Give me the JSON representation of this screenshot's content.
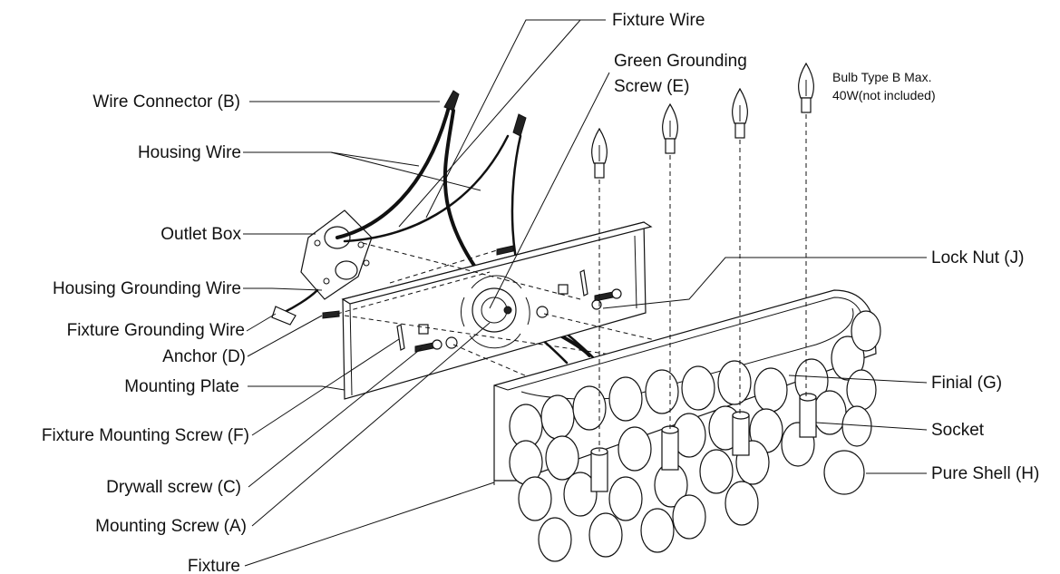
{
  "labels": {
    "fixture_wire": "Fixture Wire",
    "green_grounding_1": "Green Grounding",
    "green_grounding_2": "Screw (E)",
    "bulb_1": "Bulb Type B Max.",
    "bulb_2": "40W(not included)",
    "wire_connector": "Wire Connector (B)",
    "housing_wire": "Housing Wire",
    "outlet_box": "Outlet Box",
    "housing_grounding_wire": "Housing Grounding Wire",
    "fixture_grounding_wire": "Fixture Grounding Wire",
    "anchor": "Anchor (D)",
    "mounting_plate": "Mounting Plate",
    "fixture_mounting_screw": "Fixture Mounting Screw (F)",
    "drywall_screw": "Drywall screw (C)",
    "mounting_screw": "Mounting Screw (A)",
    "fixture": "Fixture",
    "lock_nut": "Lock Nut (J)",
    "finial": "Finial (G)",
    "socket": "Socket",
    "pure_shell": "Pure Shell (H)"
  },
  "colors": {
    "line": "#111111",
    "background": "#ffffff"
  }
}
